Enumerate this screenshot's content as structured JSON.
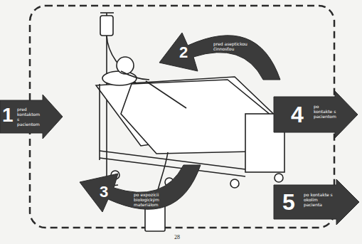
{
  "diagram": {
    "nodes": [
      {
        "text": [
          "1",
          "pred kontaktom s pacientom"
        ]
      },
      {
        "text": [
          "2",
          "pred aseptickou činnosťou"
        ]
      },
      {
        "text": [
          "3",
          "po expozícii biologickým materiálom"
        ]
      },
      {
        "text": [
          "4",
          "po kontakte s pacientom"
        ]
      },
      {
        "text": [
          "5",
          "po kontakte s okolím pacienta"
        ]
      }
    ],
    "labels": [
      "28"
    ]
  }
}
